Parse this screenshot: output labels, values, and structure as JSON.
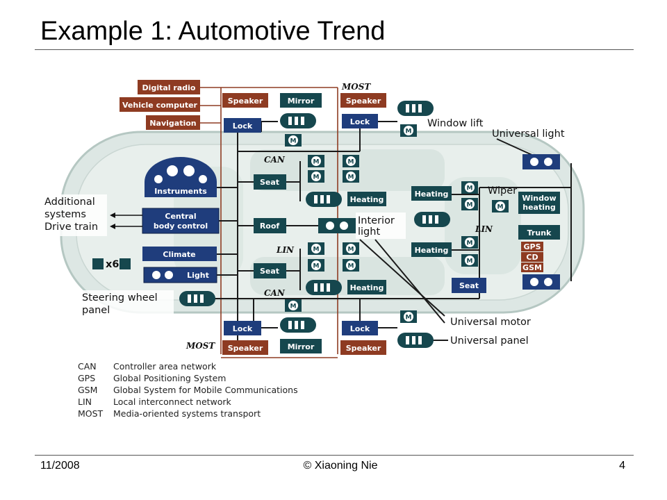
{
  "slide": {
    "title": "Example 1: Automotive Trend",
    "footer_date": "11/2008",
    "footer_author": "© Xiaoning Nie",
    "footer_page": "4"
  },
  "diagram": {
    "boxes": {
      "digital_radio": "Digital radio",
      "vehicle_computer": "Vehicle computer",
      "navigation": "Navigation",
      "speaker_tl": "Speaker",
      "mirror_t": "Mirror",
      "lock_tl": "Lock",
      "speaker_tr": "Speaker",
      "lock_tr": "Lock",
      "instruments": "Instruments",
      "central_body_control": "Central body control",
      "climate": "Climate",
      "light": "Light",
      "seat_1": "Seat",
      "heating_1": "Heating",
      "roof": "Roof",
      "seat_2": "Seat",
      "heating_2": "Heating",
      "heating_3": "Heating",
      "heating_4": "Heating",
      "window_heating": "Window heating",
      "trunk": "Trunk",
      "gps": "GPS",
      "cd": "CD",
      "gsm": "GSM",
      "seat_3": "Seat",
      "lock_bl": "Lock",
      "speaker_bl": "Speaker",
      "mirror_b": "Mirror",
      "lock_br": "Lock",
      "speaker_br": "Speaker"
    },
    "labels": {
      "most_top": "MOST",
      "most_bottom": "MOST",
      "can_top": "CAN",
      "can_bottom": "CAN",
      "lin_left": "LIN",
      "lin_right": "LIN",
      "window_lift": "Window lift",
      "universal_light": "Universal light",
      "wiper": "Wiper",
      "interior_light": "Interior light",
      "additional_systems": "Additional systems",
      "drive_train": "Drive train",
      "x6": "x6",
      "steering_wheel_panel": "Steering wheel panel",
      "universal_motor": "Universal motor",
      "universal_panel": "Universal panel",
      "motor_symbol": "M"
    },
    "legend": [
      {
        "abbr": "CAN",
        "text": "Controller area network"
      },
      {
        "abbr": "GPS",
        "text": "Global Positioning System"
      },
      {
        "abbr": "GSM",
        "text": "Global System for Mobile Communications"
      },
      {
        "abbr": "LIN",
        "text": "Local interconnect network"
      },
      {
        "abbr": "MOST",
        "text": "Media-oriented systems transport"
      }
    ]
  },
  "colors": {
    "media_box": "#8e3b22",
    "module_box": "#16474e",
    "control_box": "#1f3d7c"
  }
}
